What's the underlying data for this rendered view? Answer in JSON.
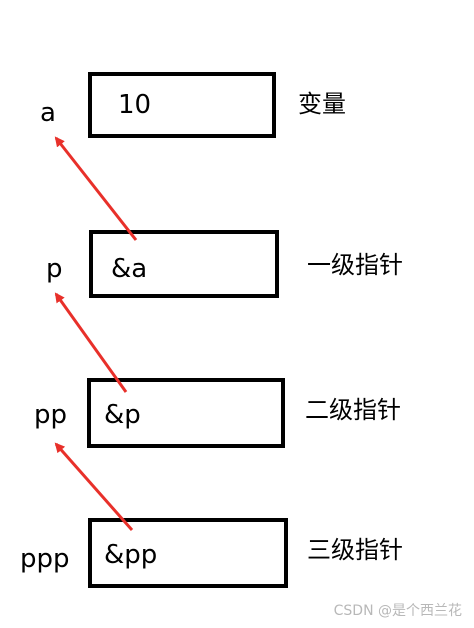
{
  "rows": [
    {
      "name": "a",
      "content": "10",
      "label": "变量"
    },
    {
      "name": "p",
      "content": "&a",
      "label": "一级指针"
    },
    {
      "name": "pp",
      "content": "&p",
      "label": "二级指针"
    },
    {
      "name": "ppp",
      "content": "&pp",
      "label": "三级指针"
    }
  ],
  "arrow_color": "#e8302a",
  "watermark": "CSDN @是个西兰花"
}
